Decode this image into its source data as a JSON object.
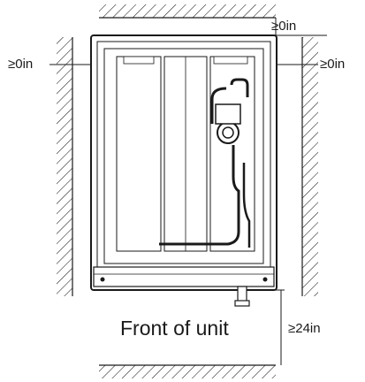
{
  "labels": {
    "clearance_top": "≥0in",
    "clearance_left": "≥0in",
    "clearance_right": "≥0in",
    "clearance_front": "≥24in",
    "front_caption": "Front of unit"
  },
  "colors": {
    "line": "#1a1a1a",
    "background": "#ffffff",
    "unit_fill": "#ffffff"
  }
}
